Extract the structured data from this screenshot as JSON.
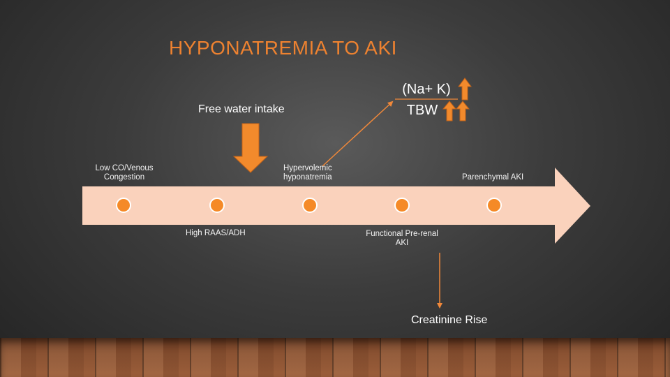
{
  "title": "HYPONATREMIA TO AKI",
  "labels": {
    "free_water": "Free water intake",
    "na_k": "(Na+ K)",
    "tbw": "TBW",
    "low_co": "Low CO/Venous Congestion",
    "hypervolemic": "Hypervolemic hyponatremia",
    "parenchymal": "Parenchymal AKI",
    "raas": "High RAAS/ADH",
    "prerenal": "Functional Pre-renal AKI",
    "creatinine": "Creatinine Rise"
  },
  "icons": [
    "down-arrow-icon",
    "up-arrow-icon"
  ],
  "colors": {
    "accent": "#ee8230",
    "dot": "#f58a27",
    "timeline": "#fad2bc",
    "line": "#f0883a"
  }
}
